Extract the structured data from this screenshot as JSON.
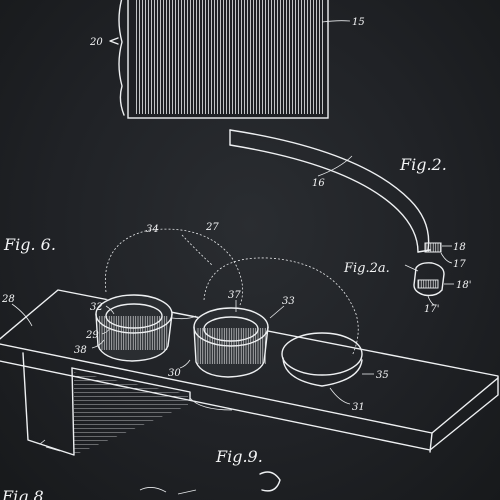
{
  "figures": {
    "fig2": "Fig.2.",
    "fig2a": "Fig.2a.",
    "fig6": "Fig. 6.",
    "fig9": "Fig.9.",
    "fig8": "Fig.8"
  },
  "ref_numerals": {
    "n15": "15",
    "n20": "20",
    "n16": "16",
    "n18": "18",
    "n17": "17",
    "n18p": "18'",
    "n17p": "17'",
    "n34": "34",
    "n27": "27",
    "n37": "37",
    "n33": "33",
    "n28": "28",
    "n32": "32",
    "n29": "29",
    "n38": "38",
    "n30": "30",
    "n35": "35",
    "n31": "31"
  },
  "colors": {
    "background": "#202226",
    "ink": "#eef0f2"
  }
}
